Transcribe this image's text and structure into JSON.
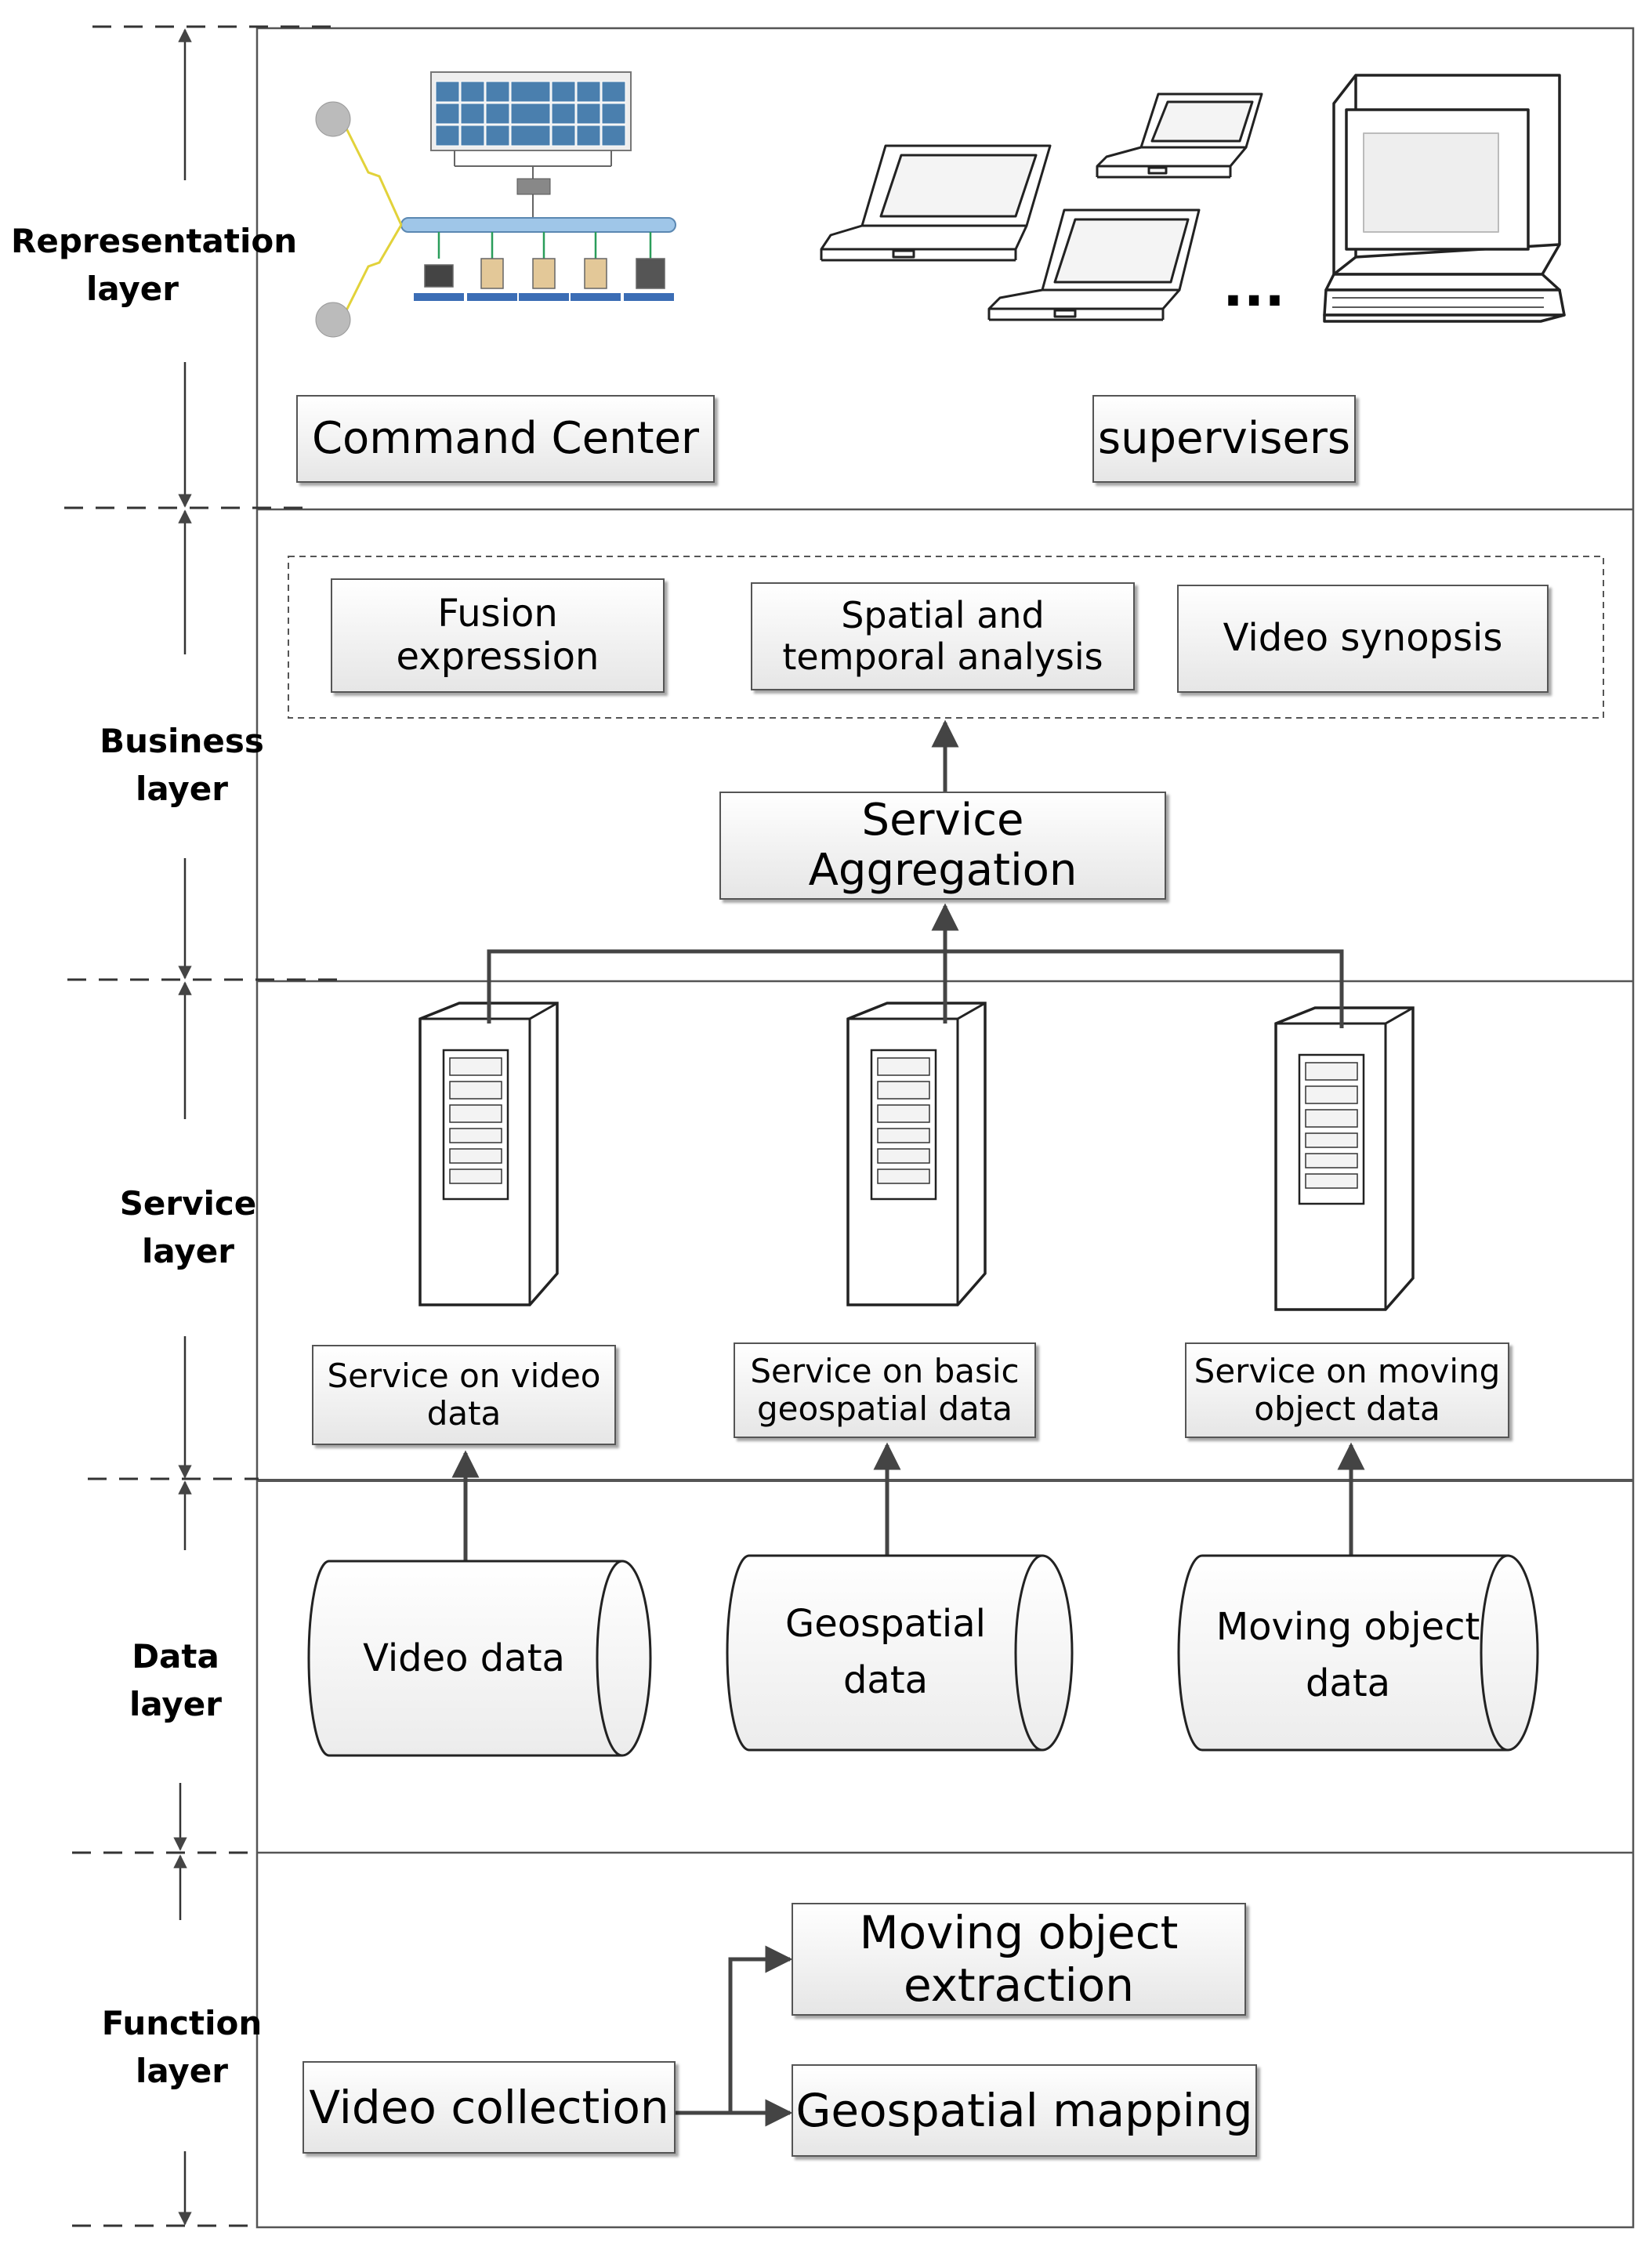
{
  "layers": {
    "representation": [
      "Representation",
      "layer"
    ],
    "business": [
      "Business",
      "layer"
    ],
    "service": [
      "Service",
      "layer"
    ],
    "data": [
      "Data",
      "layer"
    ],
    "function": [
      "Function",
      "layer"
    ]
  },
  "representation": {
    "command_center": "Command Center",
    "supervisers": "supervisers",
    "ellipsis": "..."
  },
  "business": {
    "fusion_expression": "Fusion expression",
    "spatial_temporal": [
      "Spatial and",
      "temporal analysis"
    ],
    "video_synopsis": "Video synopsis",
    "service_aggregation": "Service Aggregation"
  },
  "service": {
    "video": [
      "Service on video",
      "data"
    ],
    "geospatial": [
      "Service on basic",
      "geospatial data"
    ],
    "moving_object": [
      "Service on moving",
      "object data"
    ]
  },
  "data": {
    "video": "Video data",
    "geospatial": [
      "Geospatial",
      "data"
    ],
    "moving_object": [
      "Moving object",
      "data"
    ]
  },
  "function": {
    "video_collection": "Video collection",
    "moving_object_extraction": [
      "Moving object",
      "extraction"
    ],
    "geospatial_mapping": "Geospatial mapping"
  }
}
